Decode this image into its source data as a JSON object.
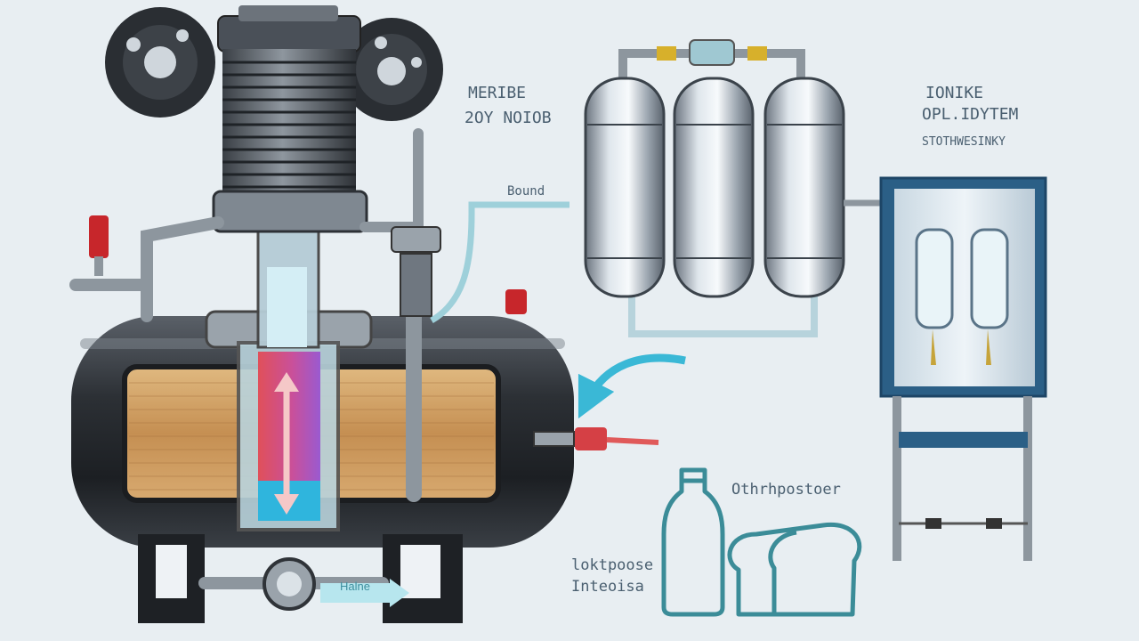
{
  "labels": {
    "compressor_title": "MERIBE",
    "compressor_subtitle": "2OY NOIOB",
    "feed_line": "Bound",
    "filters_title": "IONIKE",
    "filters_subtitle": "OPL.IDYTEM",
    "filters_note": "STOTHWESINKY",
    "bottle_label": "Othrhpostoer",
    "food_label_line1": "loktpoose",
    "food_label_line2": "Inteoisa",
    "outlet_label": "Halne"
  },
  "colors": {
    "background": "#e8eef2",
    "tank_metal": "#2f3338",
    "filter_media": "#c99a5e",
    "flow_red": "#e0505a",
    "flow_blue": "#3ab8d6",
    "pipe_teal": "#9ed0da",
    "panel_blue": "#2b5f86",
    "valve_red": "#c7262b",
    "icon_teal": "#3b8c98"
  }
}
